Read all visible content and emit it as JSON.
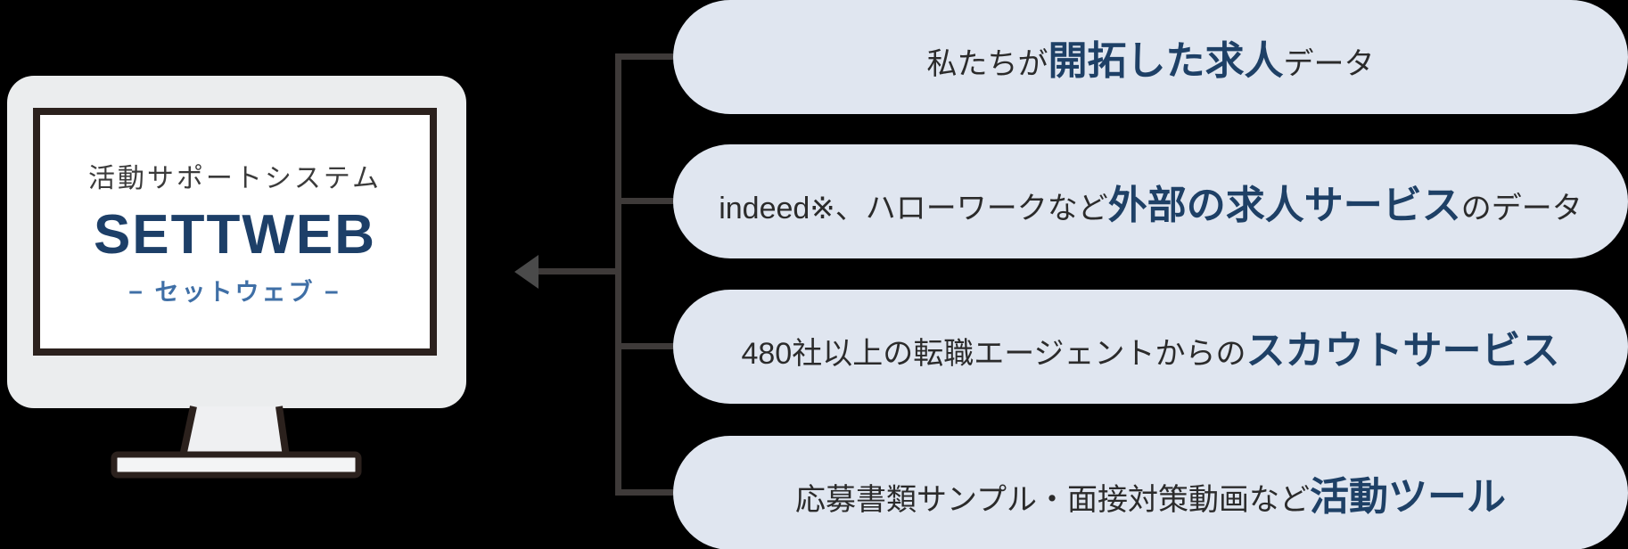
{
  "monitor": {
    "system_label": "活動サポートシステム",
    "brand": "SETTWEB",
    "brand_reading": "− セットウェブ −"
  },
  "pills": [
    {
      "pre": "私たちが",
      "emphasis": "開拓した求人",
      "post": "データ"
    },
    {
      "pre": "indeed※、ハローワークなど",
      "emphasis": "外部の求人サービス",
      "post": "のデータ"
    },
    {
      "pre": "480社以上の転職エージェントからの",
      "emphasis": "スカウトサービス",
      "post": ""
    },
    {
      "pre": "応募書類サンプル・面接対策動画など",
      "emphasis": "活動ツール",
      "post": ""
    }
  ],
  "colors": {
    "pill_background": "#e0e6f0",
    "emphasis_navy": "#1e4066",
    "body_text": "#2b2b2b",
    "brand_navy": "#1d3f68",
    "reading_blue": "#3f6fa6",
    "connector_gray": "#3e3a39",
    "monitor_border": "#2b211d",
    "monitor_body": "#ebedee"
  }
}
